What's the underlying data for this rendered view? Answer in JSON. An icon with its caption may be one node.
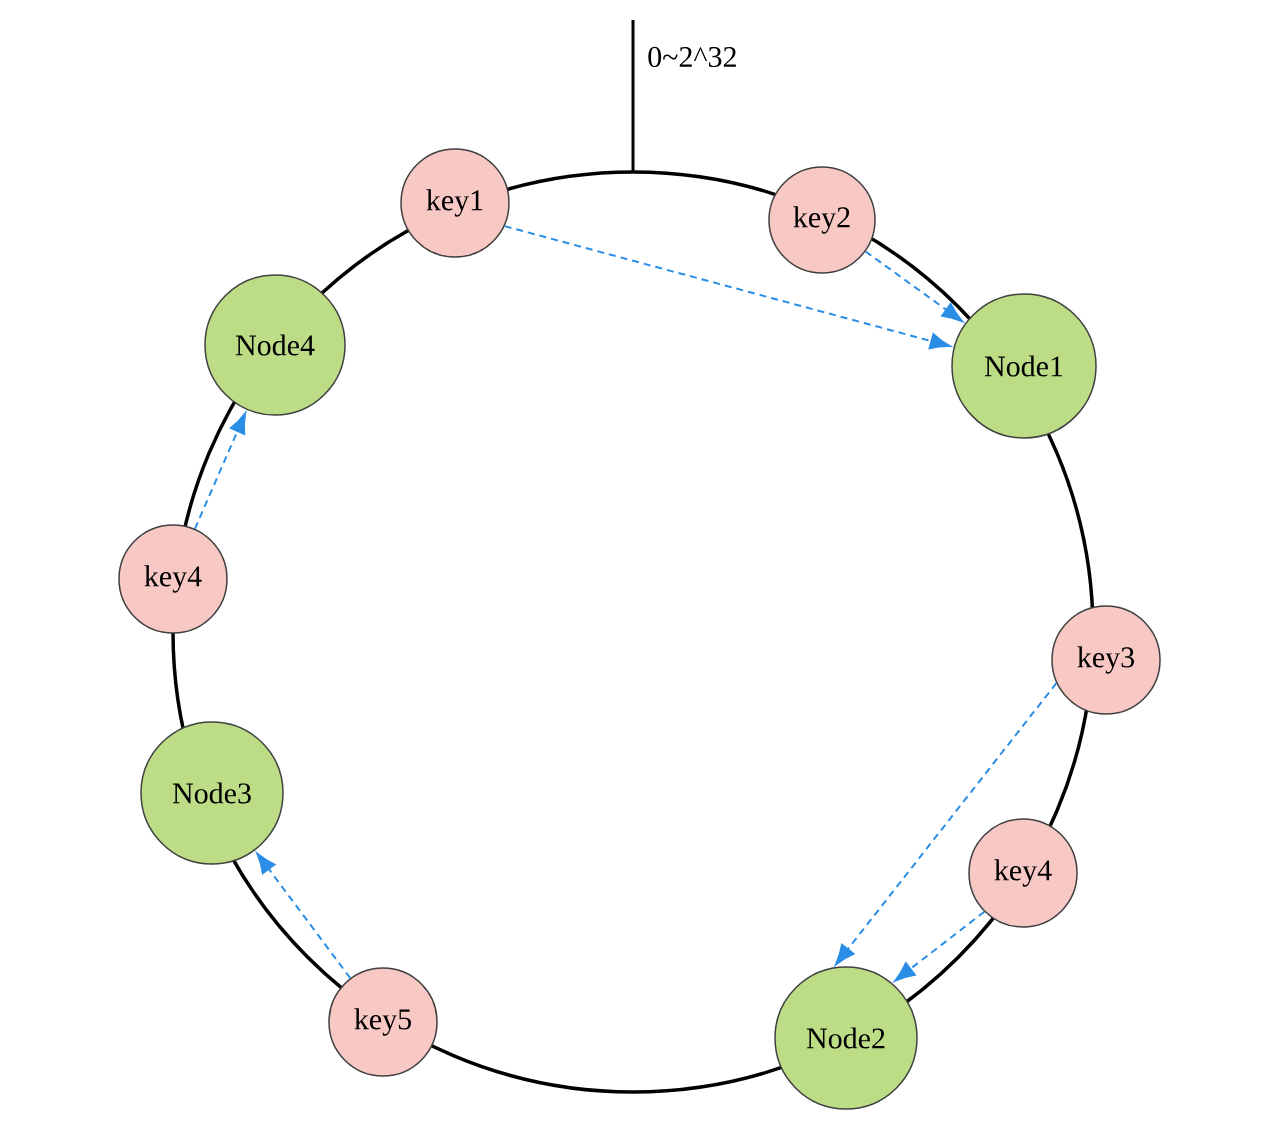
{
  "diagram": {
    "nodes": [
      {
        "text": [
          "key1"
        ]
      },
      {
        "text": [
          "key2"
        ]
      },
      {
        "text": [
          "Node4"
        ]
      },
      {
        "text": [
          "Node1"
        ]
      },
      {
        "text": [
          "key4"
        ]
      },
      {
        "text": [
          "key3"
        ]
      },
      {
        "text": [
          "Node3"
        ]
      },
      {
        "text": [
          "key4"
        ]
      },
      {
        "text": [
          "key5"
        ]
      },
      {
        "text": [
          "Node2"
        ]
      }
    ],
    "edges": [
      {
        "from": 0,
        "to": 3,
        "arrow": "to",
        "style": "dashed",
        "color": "#2a8ee6"
      },
      {
        "from": 1,
        "to": 3,
        "arrow": "to",
        "style": "dashed",
        "color": "#2a8ee6"
      },
      {
        "from": 4,
        "to": 2,
        "arrow": "to",
        "style": "dashed",
        "color": "#2a8ee6"
      },
      {
        "from": 5,
        "to": 9,
        "arrow": "to",
        "style": "dashed",
        "color": "#2a8ee6"
      },
      {
        "from": 7,
        "to": 9,
        "arrow": "to",
        "style": "dashed",
        "color": "#2a8ee6"
      },
      {
        "from": 8,
        "to": 6,
        "arrow": "to",
        "style": "dashed",
        "color": "#2a8ee6"
      }
    ],
    "labels": [
      "0~2^32"
    ]
  }
}
